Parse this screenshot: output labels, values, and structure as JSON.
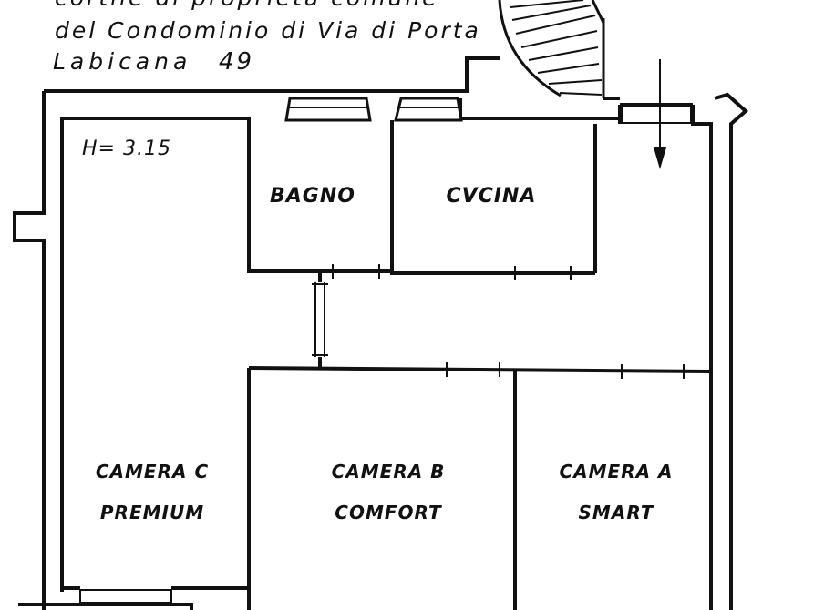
{
  "header": {
    "line1": "cortile di proprietà comune",
    "line2": "del Condominio di Via di Porta",
    "line3": "Labicana",
    "number": "49"
  },
  "height_note": "H= 3.15",
  "rooms": {
    "bagno": "BAGNO",
    "cucina": "CVCINA",
    "camera_c": {
      "line1": "CAMERA C",
      "line2": "PREMIUM"
    },
    "camera_b": {
      "line1": "CAMERA B",
      "line2": "COMFORT"
    },
    "camera_a": {
      "line1": "CAMERA A",
      "line2": "SMART"
    }
  },
  "colors": {
    "ink": "#111111",
    "paper": "#ffffff"
  }
}
